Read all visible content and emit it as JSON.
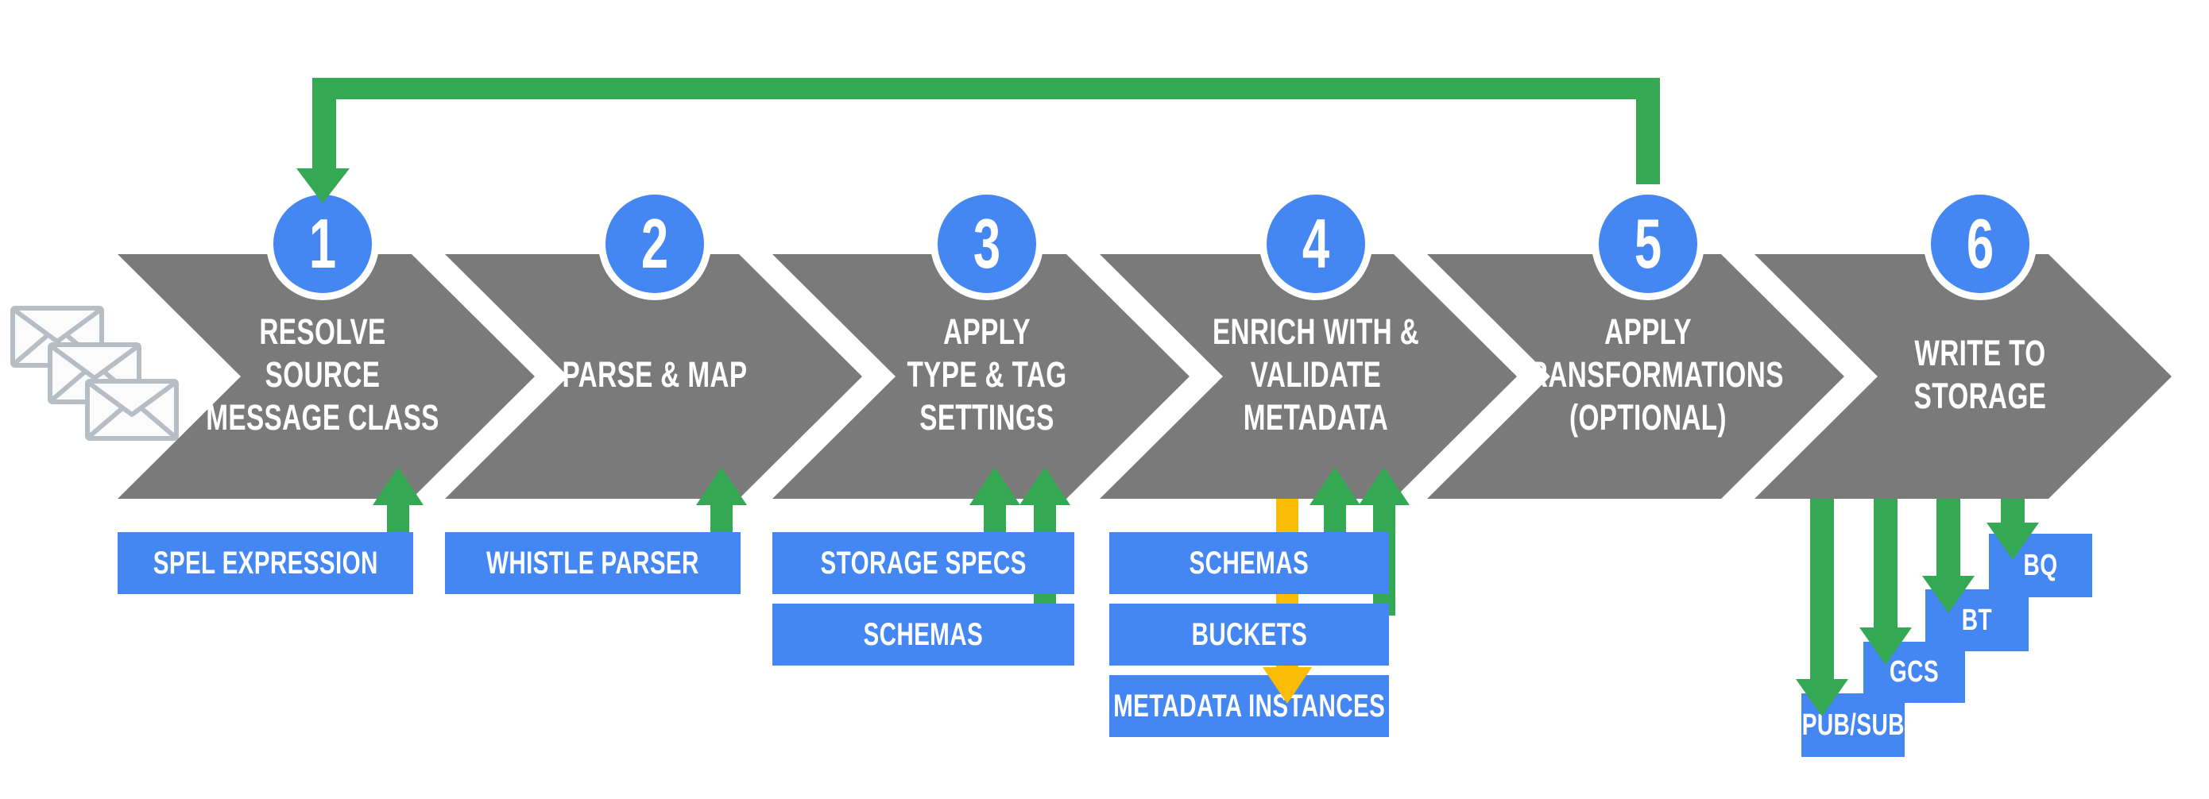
{
  "diagram": {
    "type": "pipeline-flow",
    "loop": {
      "from_step": "5",
      "to_step": "1",
      "style": "green-elbow-arrow"
    },
    "steps": [
      {
        "number": "1",
        "label": "RESOLVE\nSOURCE\nMESSAGE CLASS"
      },
      {
        "number": "2",
        "label": "PARSE & MAP"
      },
      {
        "number": "3",
        "label": "APPLY\nTYPE & TAG\nSETTINGS"
      },
      {
        "number": "4",
        "label": "ENRICH WITH &\nVALIDATE\nMETADATA"
      },
      {
        "number": "5",
        "label": "APPLY\nTRANSFORMATIONS\n(OPTIONAL)"
      },
      {
        "number": "6",
        "label": "WRITE TO\nSTORAGE"
      }
    ],
    "inputs": {
      "step1": [
        "SPEL EXPRESSION"
      ],
      "step2": [
        "WHISTLE PARSER"
      ],
      "step3": [
        "STORAGE SPECS",
        "SCHEMAS"
      ],
      "step4": [
        "SCHEMAS",
        "BUCKETS",
        "METADATA INSTANCES"
      ]
    },
    "outputs": {
      "step6": [
        "PUB/SUB",
        "GCS",
        "BT",
        "BQ"
      ]
    },
    "icons": {
      "source_messages": "envelope-stack-icon"
    },
    "colors": {
      "step_blue": "#4285F4",
      "chevron_gray": "#7A7A7A",
      "arrow_green": "#34A853",
      "arrow_yellow": "#FBBC05",
      "envelope_outline": "#B7BDC5"
    }
  }
}
